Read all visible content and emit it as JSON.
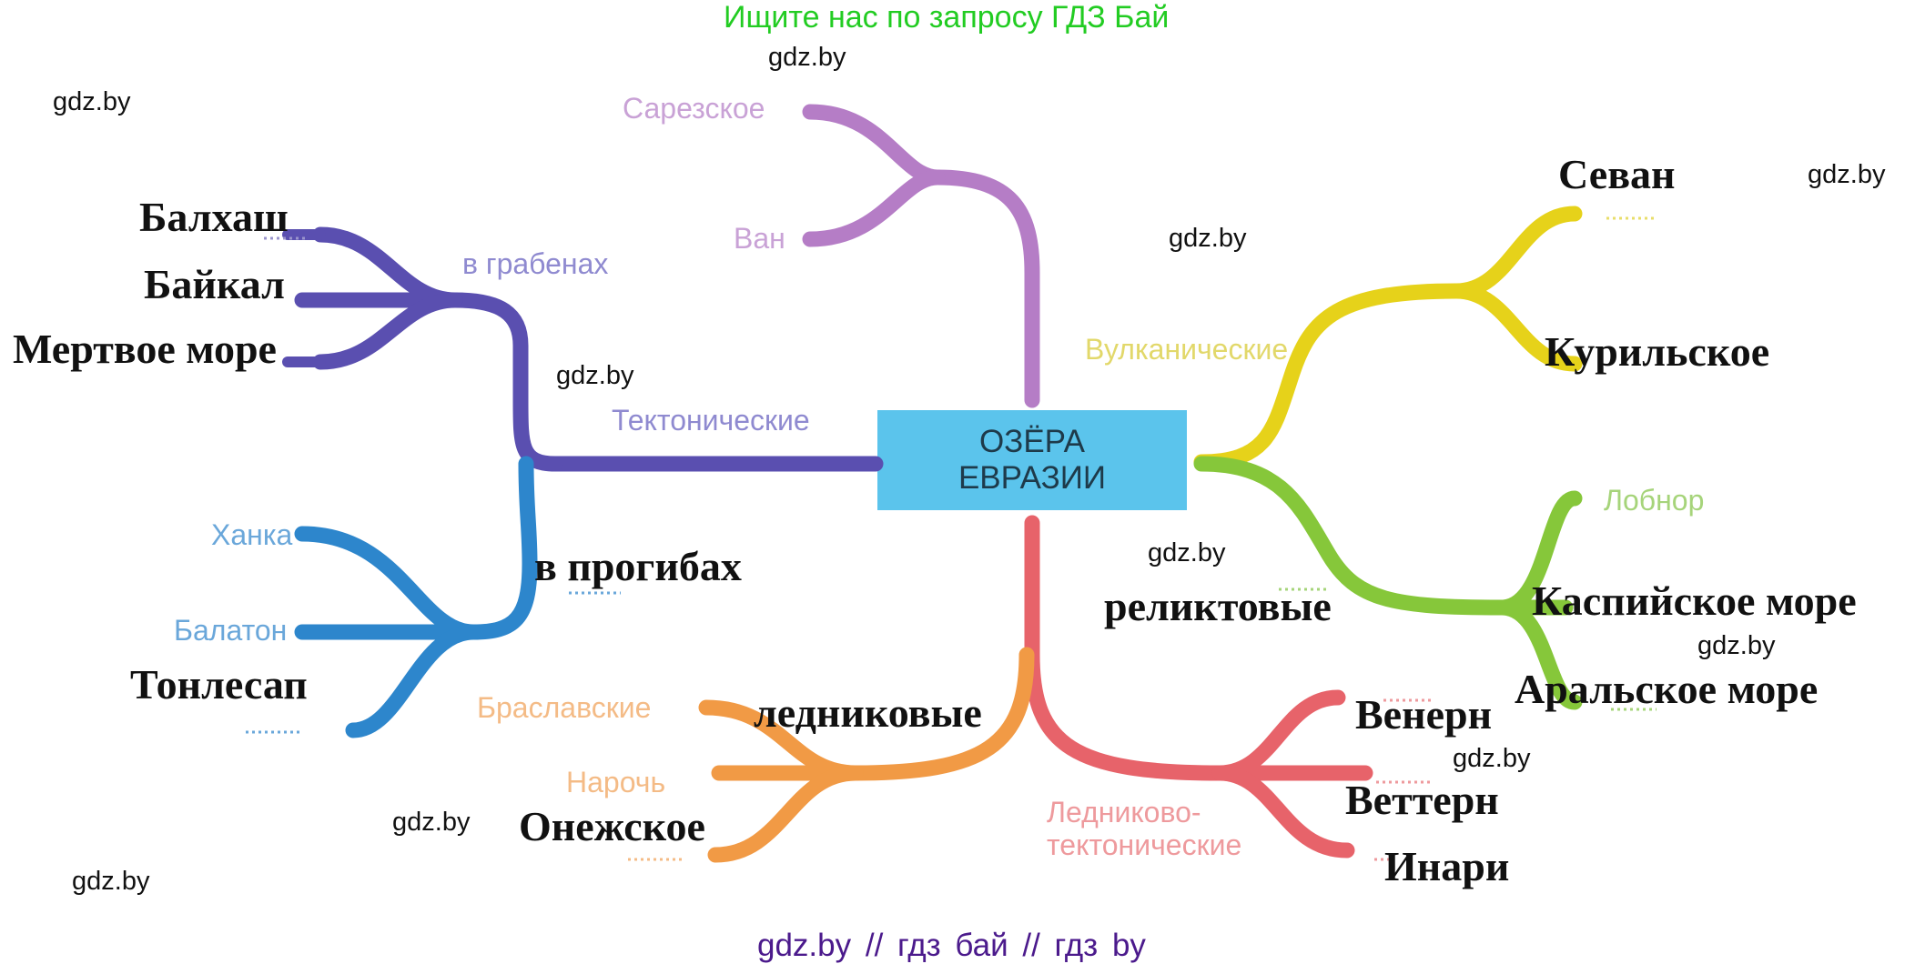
{
  "header": {
    "text": "Ищите нас по запросу ГДЗ Бай"
  },
  "footer": {
    "text": "gdz.by  //  гдз бай  //  гдз by"
  },
  "watermark": "gdz.by",
  "center": {
    "text": "ОЗЁРА\nЕВРАЗИИ"
  },
  "printed": {
    "tectonic": "Тектонические",
    "in_grabens": "в грабенах",
    "khanka": "Ханка",
    "balaton": "Балатон",
    "sarezskoe": "Сарезское",
    "van": "Ван",
    "volcanic": "Вулканические",
    "lobnor": "Лобнор",
    "braslavskie": "Браславские",
    "naroch": "Нарочь",
    "glacial_tectonic": "Ледниково-\nтектонические"
  },
  "handwritten": {
    "balkhash": "Балхаш",
    "baikal": "Байкал",
    "dead_sea": "Мертвое море",
    "in_troughs": "в прогибах",
    "tonlesap": "Тонлесап",
    "glacial": "ледниковые",
    "onezhskoe": "Онежское",
    "sevan": "Севан",
    "kurilskoe": "Курильское",
    "relict": "реликтовые",
    "caspian": "Каспийское море",
    "aral": "Аральское море",
    "vanern": "Венерн",
    "vattern": "Веттерн",
    "inari": "Инари"
  },
  "colors": {
    "center_box": "#5bc4ec",
    "tectonic": "#5a4fb0",
    "troughs": "#2d86cc",
    "top": "#b57dc6",
    "volcanic": "#e6d21a",
    "relict": "#86c73a",
    "glacial_tectonic": "#e7636a",
    "glacial": "#f19a45"
  }
}
